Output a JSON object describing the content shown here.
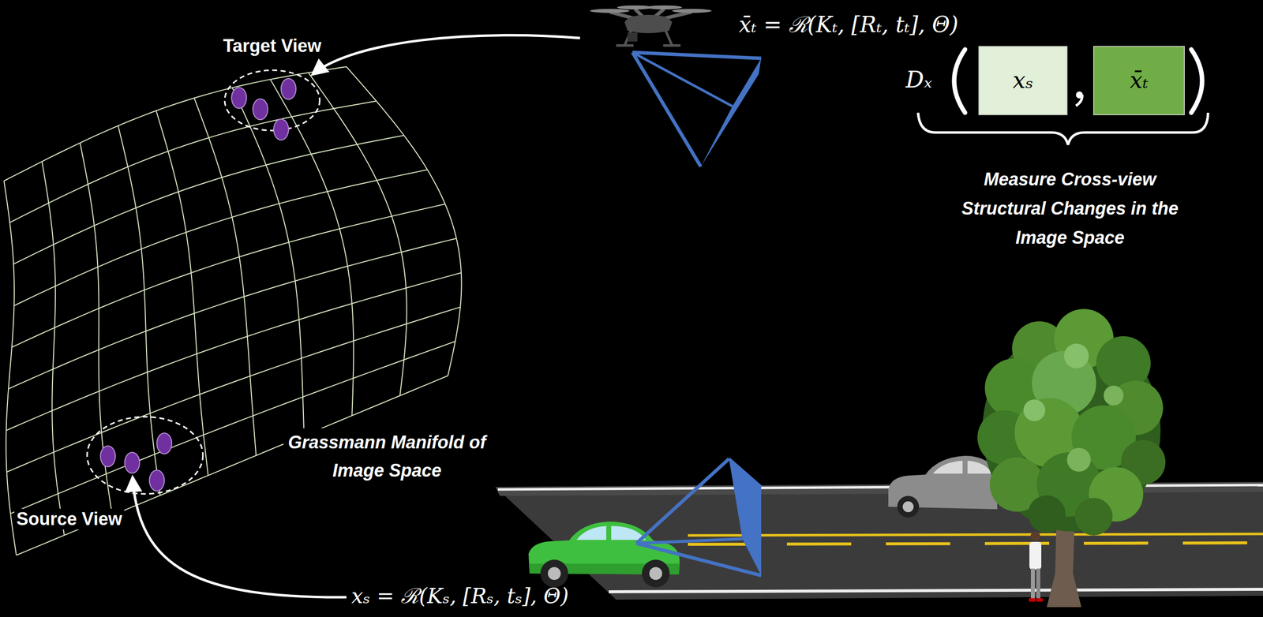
{
  "diagram": {
    "nodes": [
      {
        "text": [
          "Target View"
        ]
      },
      {
        "text": [
          "xₛ"
        ]
      },
      {
        "text": [
          "x̄ₜ"
        ]
      },
      {
        "text": [
          "Source View"
        ]
      }
    ],
    "labels": [
      "x̄ₜ = ℛ(Kₜ, [Rₜ, tₜ], Θ)",
      "Dₓ",
      "Measure Cross-view Structural Changes in the Image Space",
      "Grassmann Manifold of Image Space",
      "xₛ = ℛ(Kₛ, [Rₛ, tₛ], Θ)"
    ]
  }
}
